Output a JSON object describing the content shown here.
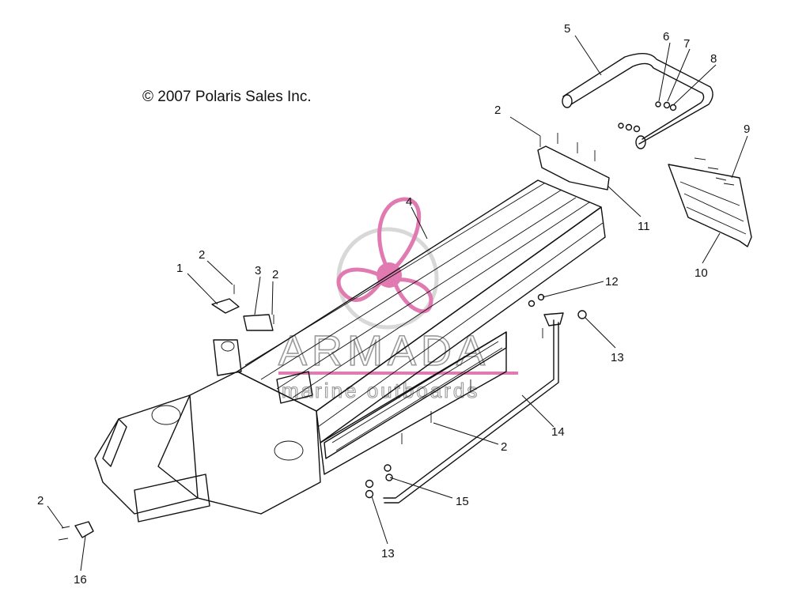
{
  "copyright": "© 2007 Polaris Sales Inc.",
  "watermark": {
    "brand": "ARMADA",
    "tagline": "marine outboards",
    "logo_color": "#e07ab0",
    "ring_color": "#d0d0d0"
  },
  "callouts": [
    {
      "id": "c1",
      "label": "1"
    },
    {
      "id": "c2a",
      "label": "2"
    },
    {
      "id": "c3",
      "label": "3"
    },
    {
      "id": "c2b",
      "label": "2"
    },
    {
      "id": "c4",
      "label": "4"
    },
    {
      "id": "c5",
      "label": "5"
    },
    {
      "id": "c6",
      "label": "6"
    },
    {
      "id": "c7",
      "label": "7"
    },
    {
      "id": "c8",
      "label": "8"
    },
    {
      "id": "c2c",
      "label": "2"
    },
    {
      "id": "c9",
      "label": "9"
    },
    {
      "id": "c10",
      "label": "10"
    },
    {
      "id": "c11",
      "label": "11"
    },
    {
      "id": "c12",
      "label": "12"
    },
    {
      "id": "c13a",
      "label": "13"
    },
    {
      "id": "c14",
      "label": "14"
    },
    {
      "id": "c2d",
      "label": "2"
    },
    {
      "id": "c15",
      "label": "15"
    },
    {
      "id": "c13b",
      "label": "13"
    },
    {
      "id": "c2e",
      "label": "2"
    },
    {
      "id": "c16",
      "label": "16"
    }
  ]
}
